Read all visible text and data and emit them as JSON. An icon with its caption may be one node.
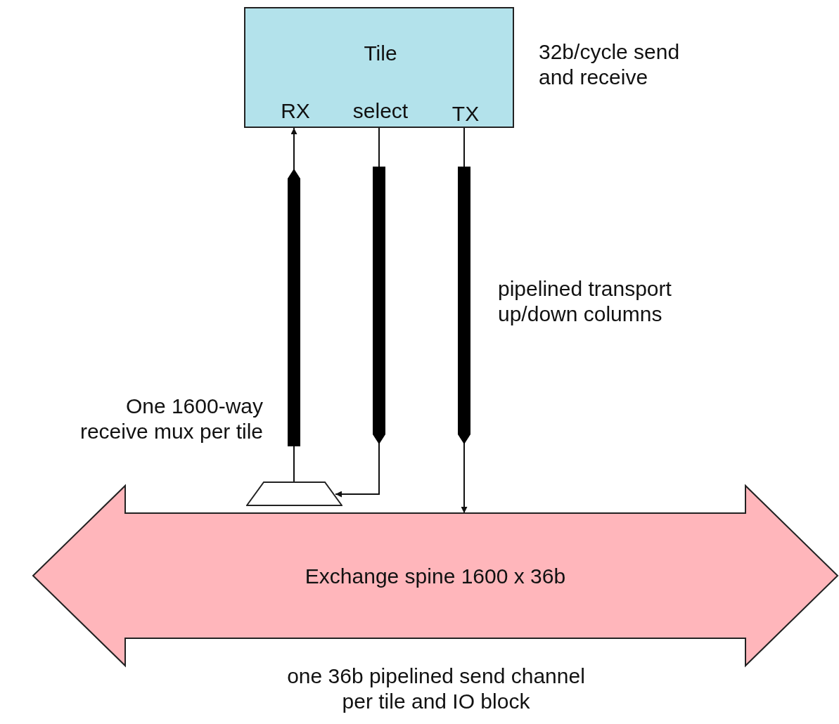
{
  "diagram": {
    "nodes": [
      {
        "text": [
          "Tile",
          "RX",
          "select",
          "TX"
        ],
        "beside": [
          "32b/cycle send and receive"
        ]
      },
      {
        "text": [],
        "shape": "trapezoid",
        "beside": [
          "One 1600-way receive mux per tile"
        ]
      },
      {
        "text": [
          "Exchange spine 1600 x 36b"
        ],
        "beside": [
          "one 36b pipelined send channel per tile and IO block"
        ]
      }
    ],
    "edges": [
      {
        "from": 1,
        "to": 0,
        "arrow": "to"
      },
      {
        "from": 0,
        "to": 1,
        "arrow": "to"
      },
      {
        "from": 0,
        "to": 2,
        "arrow": "to"
      }
    ],
    "labels": [
      "pipelined transport up/down columns"
    ]
  }
}
